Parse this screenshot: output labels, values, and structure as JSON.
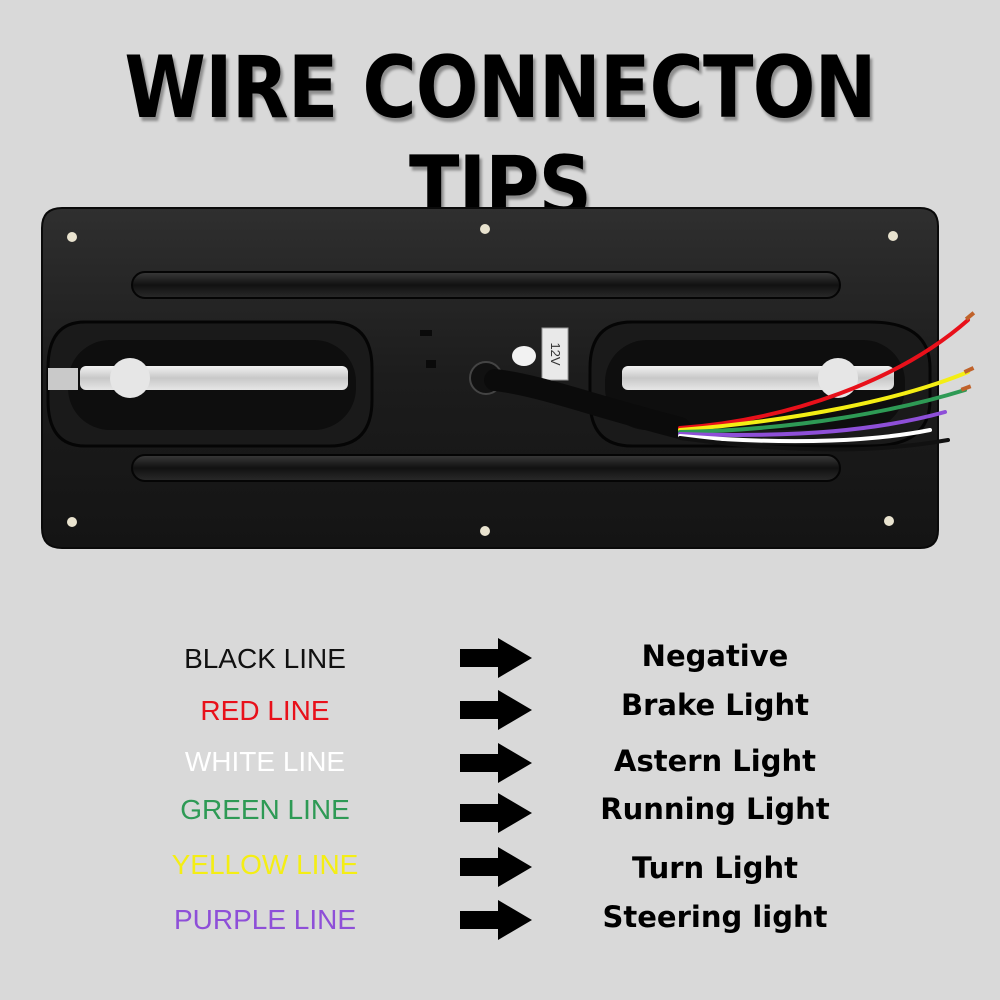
{
  "title": "WIRE CONNECTON TIPS",
  "housing": {
    "voltage_label": "12V"
  },
  "wires": [
    {
      "label": "BLACK LINE",
      "color": "#111111",
      "function": "Negative"
    },
    {
      "label": "RED LINE",
      "color": "#e8101a",
      "function": "Brake Light"
    },
    {
      "label": "WHITE LINE",
      "color": "#ffffff",
      "function": "Astern Light"
    },
    {
      "label": "GREEN LINE",
      "color": "#2e9a55",
      "function": "Running Light"
    },
    {
      "label": "YELLOW LINE",
      "color": "#f4ee14",
      "function": "Turn Light"
    },
    {
      "label": "PURPLE LINE",
      "color": "#8e4fd8",
      "function": "Steering light"
    }
  ],
  "icons": {
    "arrow": "right-arrow-icon"
  }
}
